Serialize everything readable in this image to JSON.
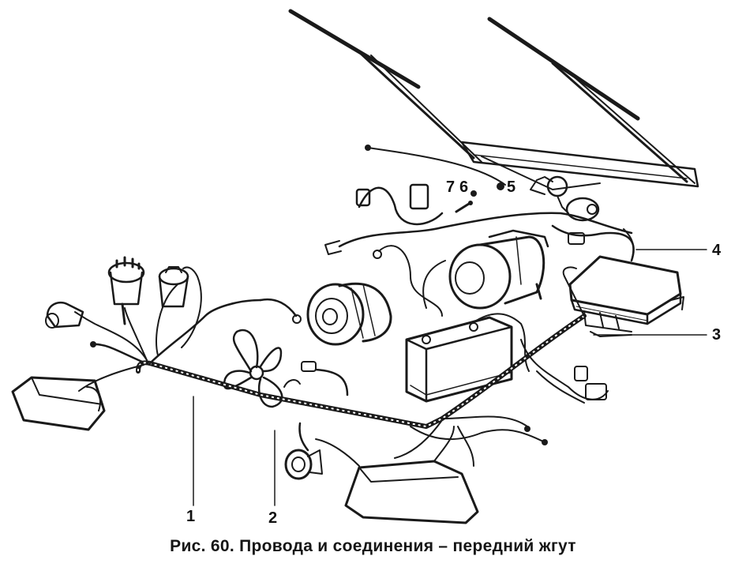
{
  "caption": "Рис. 60. Провода и соединения – передний жгут",
  "callouts": [
    {
      "id": "1",
      "label": "1"
    },
    {
      "id": "2",
      "label": "2"
    },
    {
      "id": "3",
      "label": "3"
    },
    {
      "id": "4",
      "label": "4"
    },
    {
      "id": "5",
      "label": "5"
    },
    {
      "id": "6",
      "label": "6"
    },
    {
      "id": "7",
      "label": "7"
    }
  ],
  "colors": {
    "ink": "#1a1a1a",
    "paper": "#ffffff"
  }
}
